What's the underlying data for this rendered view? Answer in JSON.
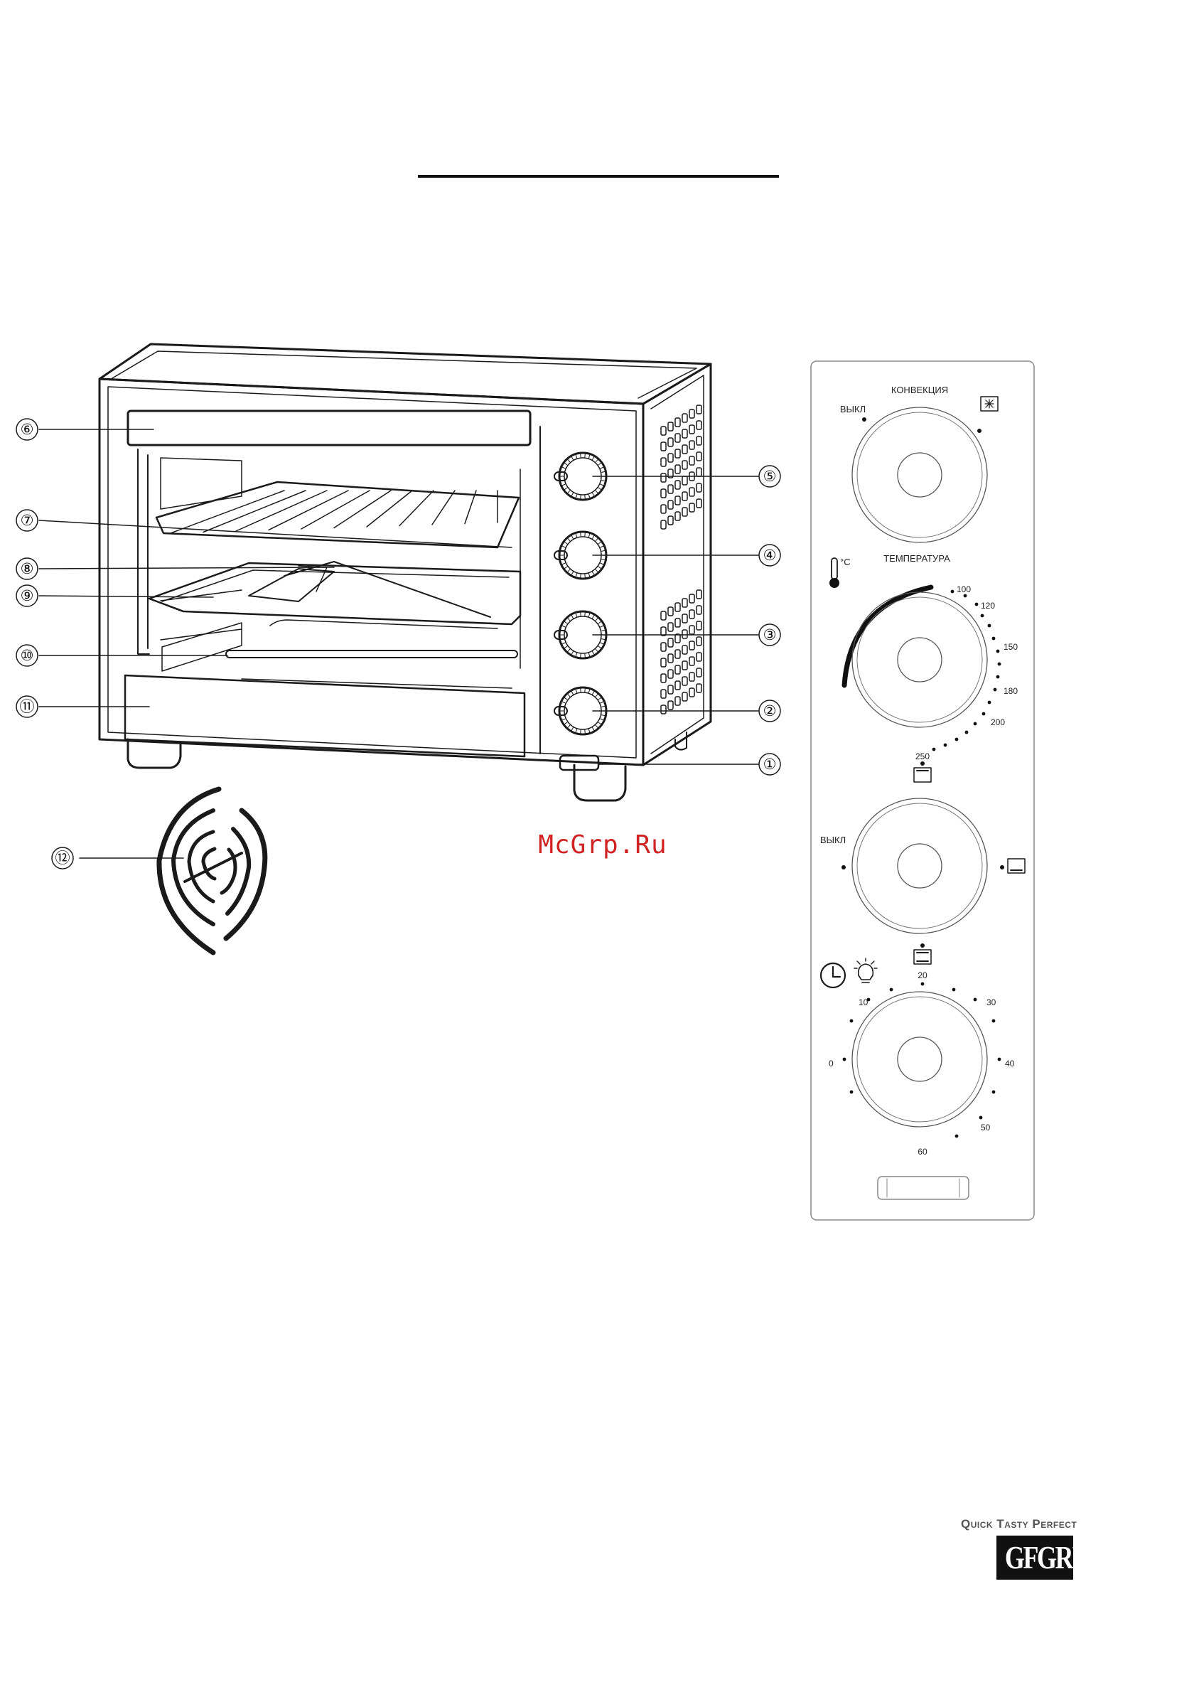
{
  "callouts": [
    {
      "num": "①",
      "part": "knob-1"
    },
    {
      "num": "②",
      "part": "knob-2"
    },
    {
      "num": "③",
      "part": "knob-3"
    },
    {
      "num": "④",
      "part": "knob-4"
    },
    {
      "num": "⑤",
      "part": "knob-5"
    },
    {
      "num": "⑥",
      "part": "top-heater"
    },
    {
      "num": "⑦",
      "part": "wire-rack"
    },
    {
      "num": "⑧",
      "part": "handle"
    },
    {
      "num": "⑨",
      "part": "baking-tray"
    },
    {
      "num": "⑩",
      "part": "bottom-heater"
    },
    {
      "num": "⑪",
      "part": "crumb-tray"
    },
    {
      "num": "⑫",
      "part": "convection-grille"
    }
  ],
  "panel": {
    "convection": {
      "title": "КОНВЕКЦИЯ",
      "off_label": "ВЫКЛ",
      "icon": "fan-icon"
    },
    "temperature": {
      "title": "ТЕМПЕРАТУРА",
      "unit": "°C",
      "icon": "thermometer-icon",
      "scale": [
        "100",
        "120",
        "150",
        "180",
        "200",
        "250"
      ]
    },
    "mode": {
      "off_label": "ВЫКЛ",
      "icons": [
        "top-heat-icon",
        "bottom-heat-icon",
        "top-bottom-heat-icon"
      ]
    },
    "timer": {
      "icons": [
        "clock-icon",
        "lamp-icon"
      ],
      "scale": [
        "0",
        "10",
        "20",
        "30",
        "40",
        "50",
        "60"
      ]
    }
  },
  "watermark": "McGrp.Ru",
  "brand": {
    "tagline": "Quick Tasty Perfect",
    "logo": "GFGRIL"
  }
}
